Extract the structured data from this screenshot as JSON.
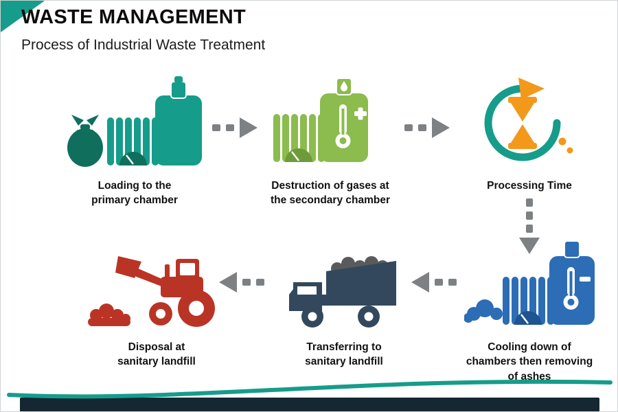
{
  "colors": {
    "teal": "#169c8a",
    "teal-dark": "#0f6f5c",
    "green": "#8cbb4e",
    "green-dark": "#6e9b39",
    "orange": "#f2991c",
    "blue": "#2c6db5",
    "blue-dark": "#1e5590",
    "navy": "#33485c",
    "load-gray": "#595a5c",
    "red": "#ba3426",
    "arrow": "#7d8184",
    "bar-dark": "#152732"
  },
  "header": {
    "title": "WASTE MANAGEMENT",
    "subtitle": "Process of Industrial Waste Treatment"
  },
  "steps": [
    {
      "id": "loading-primary-chamber",
      "icon": "waste-bag-and-primary-chamber-icon",
      "label": "Loading to the\nprimary chamber"
    },
    {
      "id": "destruction-of-gases",
      "icon": "secondary-chamber-thermometer-plus-icon",
      "label": "Destruction of gases at\nthe secondary chamber"
    },
    {
      "id": "processing-time",
      "icon": "hourglass-cycle-icon",
      "label": "Processing Time"
    },
    {
      "id": "cooling-down",
      "icon": "cooling-chamber-thermometer-minus-icon",
      "label": "Cooling down of\nchambers then removing\nof ashes"
    },
    {
      "id": "transferring",
      "icon": "dump-truck-icon",
      "label": "Transferring to\nsanitary landfill"
    },
    {
      "id": "disposal",
      "icon": "front-loader-tractor-icon",
      "label": "Disposal at\nsanitary landfill"
    }
  ]
}
